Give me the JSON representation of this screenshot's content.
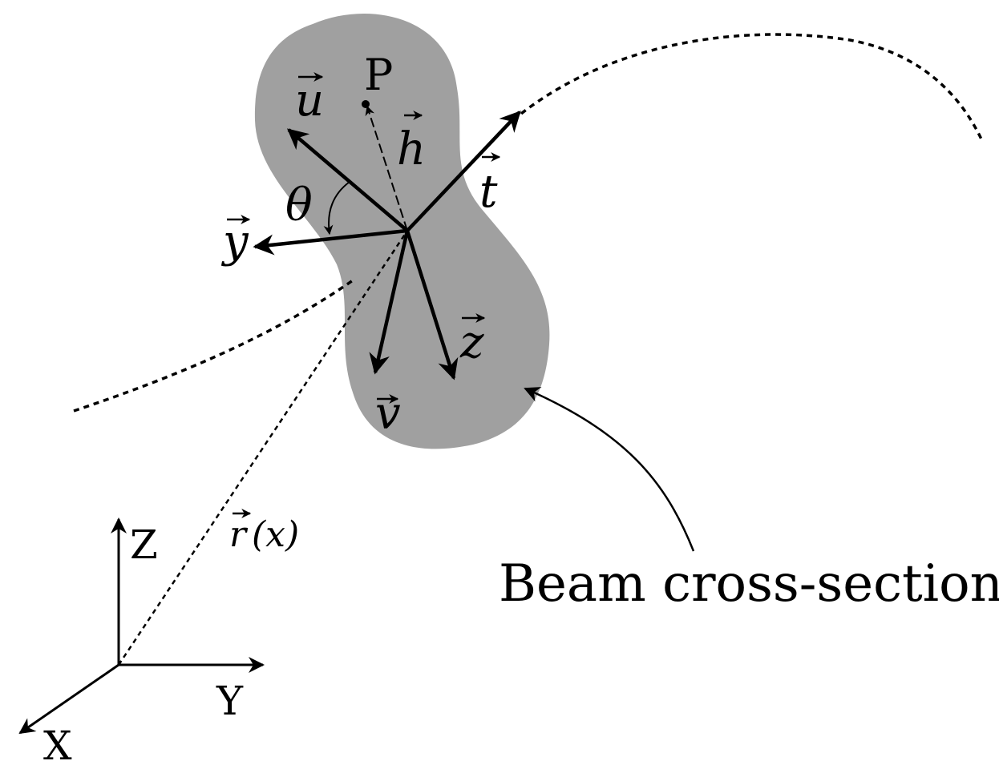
{
  "labels": {
    "point": "P",
    "u": "u",
    "h": "h",
    "t": "t",
    "theta": "θ",
    "y": "y",
    "z": "z",
    "v": "v",
    "r": "r",
    "r_arg": "(x)",
    "Z": "Z",
    "Y": "Y",
    "X": "X",
    "callout": "Beam cross-section"
  },
  "colors": {
    "cross_section_fill": "#a0a0a0",
    "ink": "#000000",
    "background": "#ffffff"
  }
}
